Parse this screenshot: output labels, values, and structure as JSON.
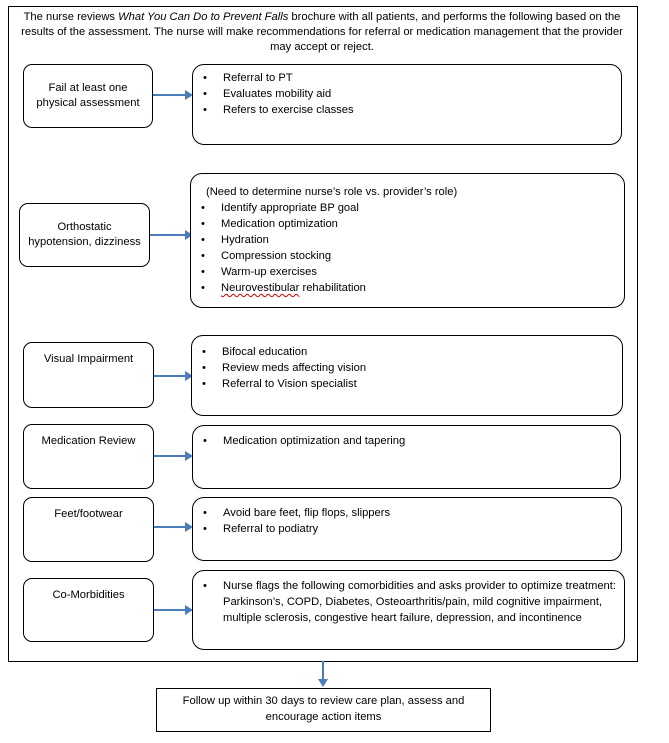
{
  "intro": {
    "text_before": "The nurse reviews ",
    "brochure_title": "What You Can Do to Prevent Falls",
    "text_after": " brochure with all patients, and performs the following based on the results of the assessment. The nurse will make recommendations for referral or medication management that the provider may accept or reject."
  },
  "rows": [
    {
      "label": "Fail at least one physical assessment",
      "items": [
        "Referral to PT",
        "Evaluates mobility aid",
        "Refers to exercise classes"
      ]
    },
    {
      "label": "Orthostatic hypotension, dizziness",
      "note": "(Need to determine nurse’s role vs. provider’s role)",
      "items": [
        "Identify appropriate BP goal",
        "Medication optimization",
        "Hydration",
        "Compression stocking",
        "Warm-up exercises"
      ],
      "last_item_word": "Neurovestibular",
      "last_item_rest": " rehabilitation"
    },
    {
      "label": "Visual Impairment",
      "items": [
        "Bifocal education",
        "Review meds affecting vision",
        "Referral to Vision specialist"
      ]
    },
    {
      "label": "Medication Review",
      "items": [
        "Medication optimization and tapering"
      ]
    },
    {
      "label": "Feet/footwear",
      "items": [
        "Avoid bare feet, flip flops, slippers",
        "Referral to podiatry"
      ]
    },
    {
      "label": "Co-Morbidities",
      "items": [
        "Nurse flags the following comorbidities and asks provider to optimize treatment: Parkinson’s, COPD, Diabetes, Osteoarthritis/pain, mild cognitive impairment, multiple sclerosis, congestive heart failure, depression, and incontinence"
      ]
    }
  ],
  "follow_up": "Follow up within 30 days to review care plan, assess and encourage action items",
  "colors": {
    "arrow": "#4a7ebb",
    "border": "#000000",
    "spellcheck": "#d00000"
  }
}
